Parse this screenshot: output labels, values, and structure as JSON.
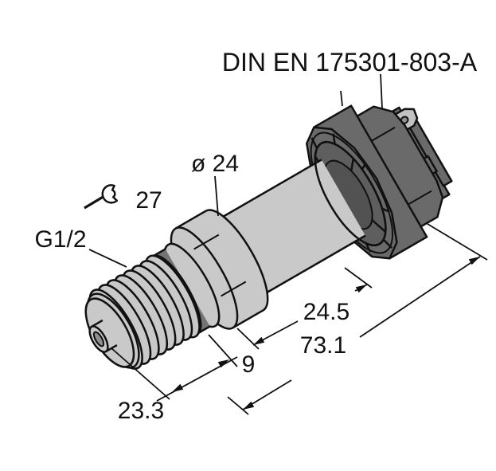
{
  "drawing": {
    "connector_standard": "DIN EN 175301-803-A",
    "labels": {
      "diameter": "ø 24",
      "wrench_size": "27",
      "thread": "G1/2"
    },
    "dimensions": {
      "connector_length_mm": "24.5",
      "total_length_mm": "73.1",
      "hex_width_mm": "9",
      "thread_length_mm": "23.3"
    },
    "colors": {
      "outline": "#111111",
      "metal_body": "#c9c9c9",
      "connector_housing": "#6a6a6a",
      "seal_ring": "#757575",
      "background": "#ffffff"
    }
  }
}
